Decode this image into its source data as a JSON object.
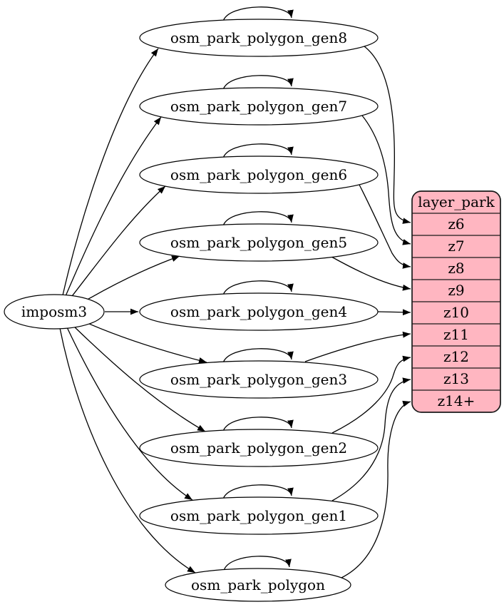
{
  "diagram": {
    "background": "#ffffff",
    "edge_color": "#000000",
    "source_node": {
      "label": "imposm3"
    },
    "table_nodes": [
      {
        "label": "osm_park_polygon_gen8",
        "target_row": "z6"
      },
      {
        "label": "osm_park_polygon_gen7",
        "target_row": "z7"
      },
      {
        "label": "osm_park_polygon_gen6",
        "target_row": "z8"
      },
      {
        "label": "osm_park_polygon_gen5",
        "target_row": "z9"
      },
      {
        "label": "osm_park_polygon_gen4",
        "target_row": "z10"
      },
      {
        "label": "osm_park_polygon_gen3",
        "target_row": "z11"
      },
      {
        "label": "osm_park_polygon_gen2",
        "target_row": "z12"
      },
      {
        "label": "osm_park_polygon_gen1",
        "target_row": "z13"
      },
      {
        "label": "osm_park_polygon",
        "target_row": "z14+"
      }
    ],
    "layer_node": {
      "title": "layer_park",
      "rows": [
        "z6",
        "z7",
        "z8",
        "z9",
        "z10",
        "z11",
        "z12",
        "z13",
        "z14+"
      ],
      "fill": "#FFB6C1",
      "stroke": "#1a1a1a"
    }
  }
}
